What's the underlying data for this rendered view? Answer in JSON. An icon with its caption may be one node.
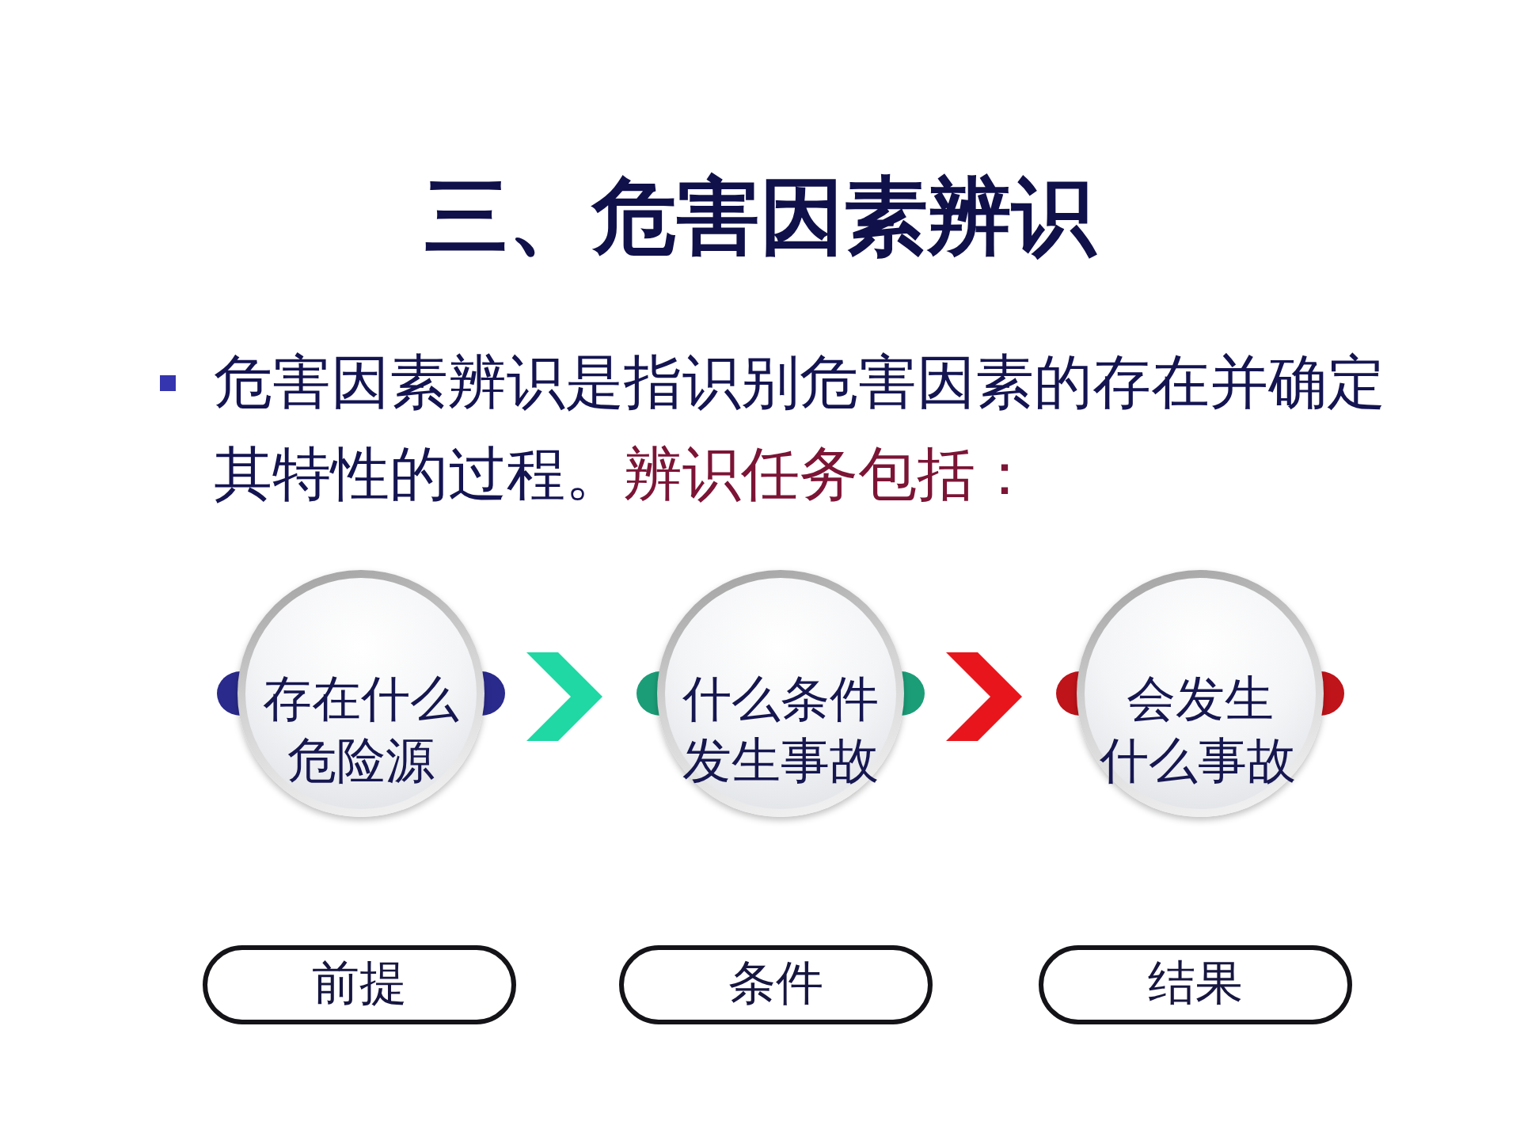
{
  "diagram": {
    "title": "三、危害因素辨识",
    "nodes": [
      {
        "text": [
          "存在什么危险源"
        ]
      },
      {
        "text": [
          "什么条件发生事故"
        ]
      },
      {
        "text": [
          "会发生什么事故"
        ]
      },
      {
        "text": [
          "前提"
        ]
      },
      {
        "text": [
          "条件"
        ]
      },
      {
        "text": [
          "结果"
        ]
      }
    ],
    "edges": [
      {
        "from": 0,
        "to": 1,
        "arrow": "to",
        "color": "#1fd8a4"
      },
      {
        "from": 1,
        "to": 2,
        "arrow": "to",
        "color": "#e8161c"
      }
    ],
    "labels": [
      "危害因素辨识是指识别危害因素的存在并确定其特性的过程。",
      "辨识任务包括："
    ]
  }
}
